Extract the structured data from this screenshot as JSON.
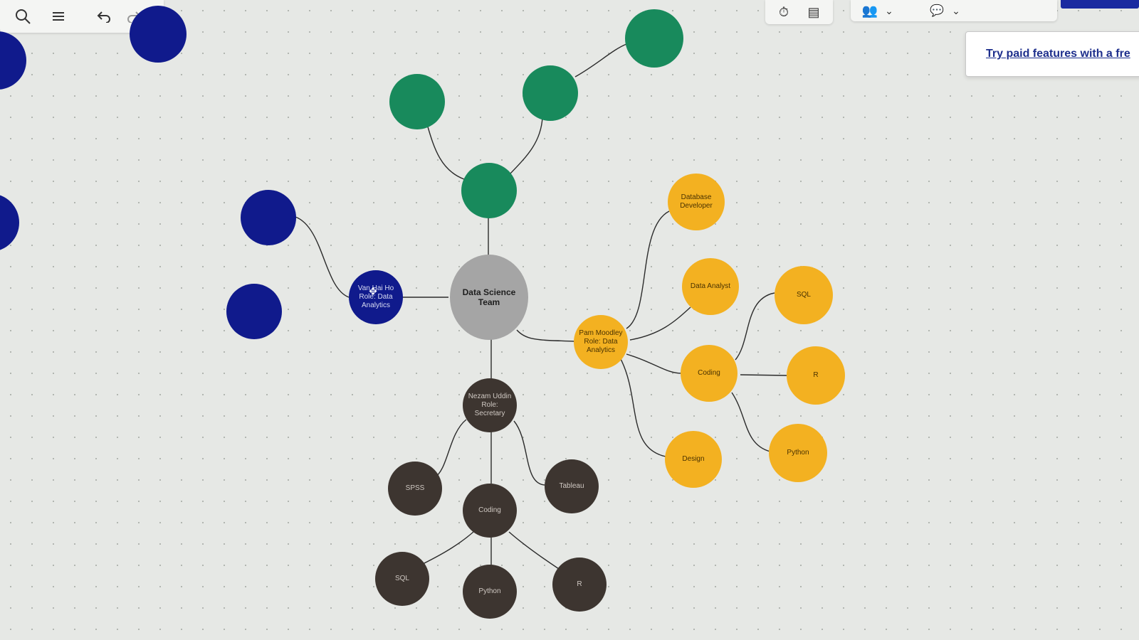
{
  "toolbar_left": {
    "search_icon": "search-icon",
    "menu_icon": "menu-icon",
    "undo_icon": "undo-icon",
    "redo_icon": "redo-icon"
  },
  "toolbar_right": {
    "icons": [
      "timer-icon",
      "calendar-icon",
      "people-icon",
      "chevron-down-icon",
      "comment-icon",
      "chevron-down-icon"
    ]
  },
  "promo": {
    "link_text": "Try paid features with a fre"
  },
  "mindmap": {
    "center": "Data Science Team",
    "van": "Van  Hai Ho\nRole: Data\nAnalytics",
    "pam": "Pam Moodley\nRole: Data\nAnalytics",
    "nezam": "Nezam Uddin\nRole: Secretary",
    "pam_branches": {
      "database_developer": "Database\nDeveloper",
      "data_analyst": "Data Analyst",
      "coding": "Coding",
      "design": "Design",
      "sql": "SQL",
      "r": "R",
      "python": "Python"
    },
    "nezam_branches": {
      "spss": "SPSS",
      "tableau": "Tableau",
      "coding": "Coding",
      "sql": "SQL",
      "python": "Python",
      "r": "R"
    }
  },
  "colors": {
    "teal": "#188a5c",
    "navy": "#101a8c",
    "gray": "#a5a5a5",
    "orange": "#f3b121",
    "brown": "#3d3530"
  }
}
